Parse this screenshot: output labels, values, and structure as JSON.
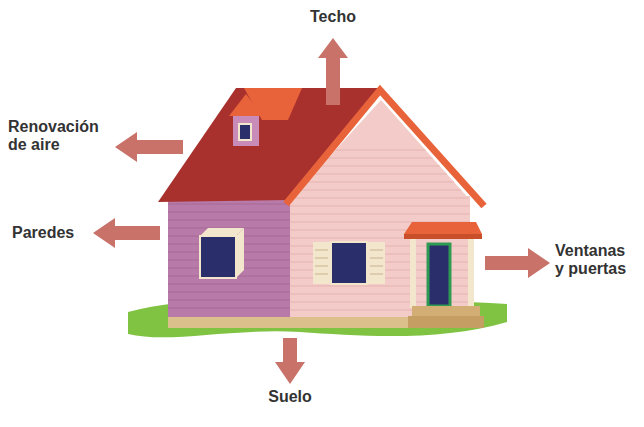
{
  "diagram": {
    "labels": [
      "Techo",
      "Renovación de aire",
      "Paredes",
      "Ventanas y puertas",
      "Suelo"
    ]
  }
}
